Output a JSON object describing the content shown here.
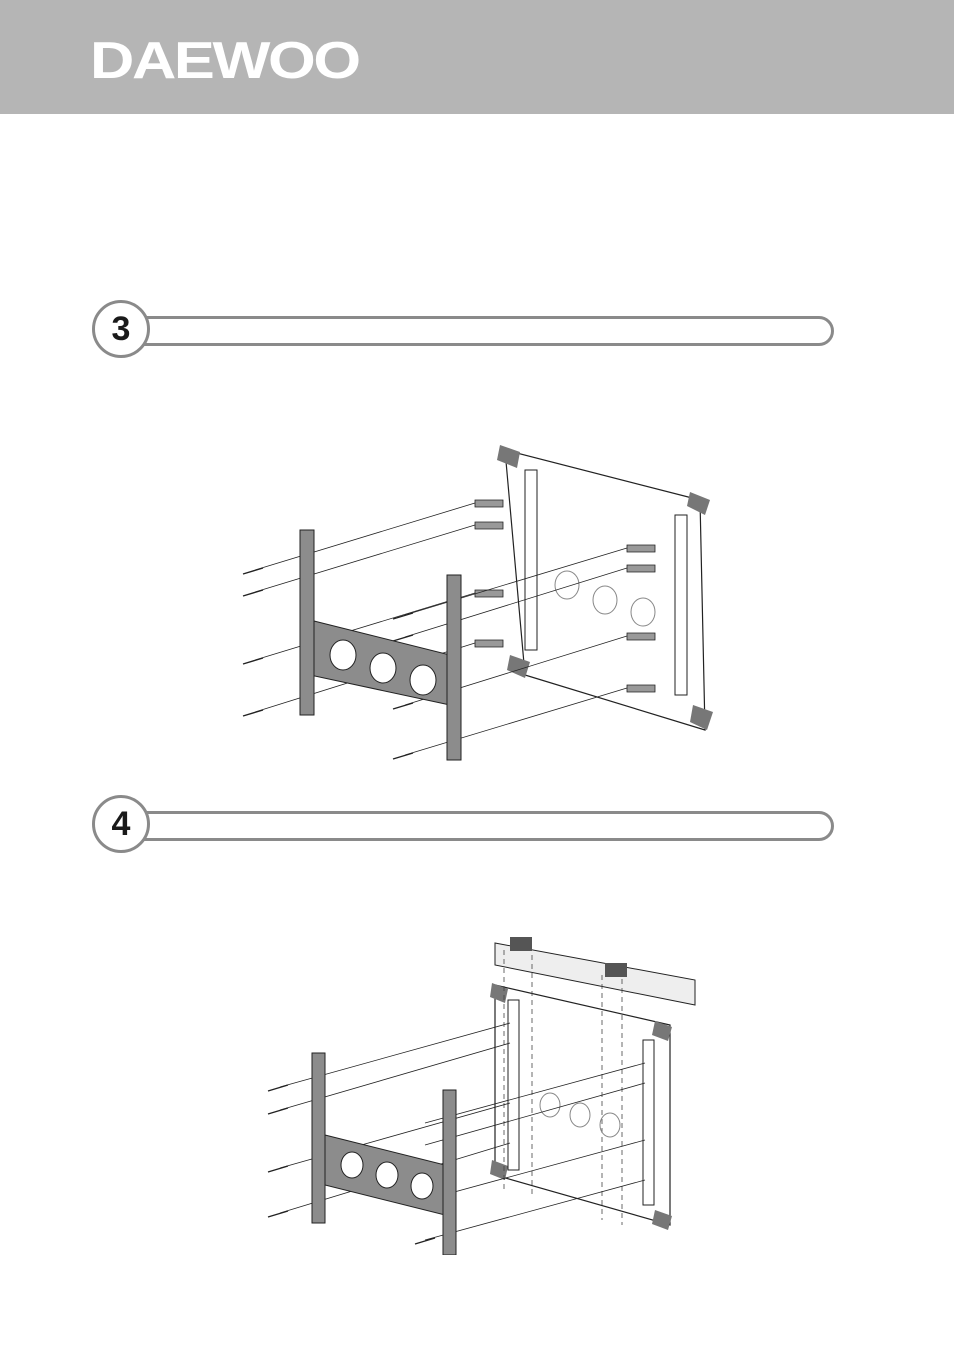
{
  "header": {
    "brand": "DAEWOO",
    "band_color": "#b5b5b5"
  },
  "steps": [
    {
      "number": "3"
    },
    {
      "number": "4"
    }
  ],
  "colors": {
    "bracket_fill": "#8c8c8c",
    "outline": "#222222",
    "step_border": "#8a8a8a"
  }
}
